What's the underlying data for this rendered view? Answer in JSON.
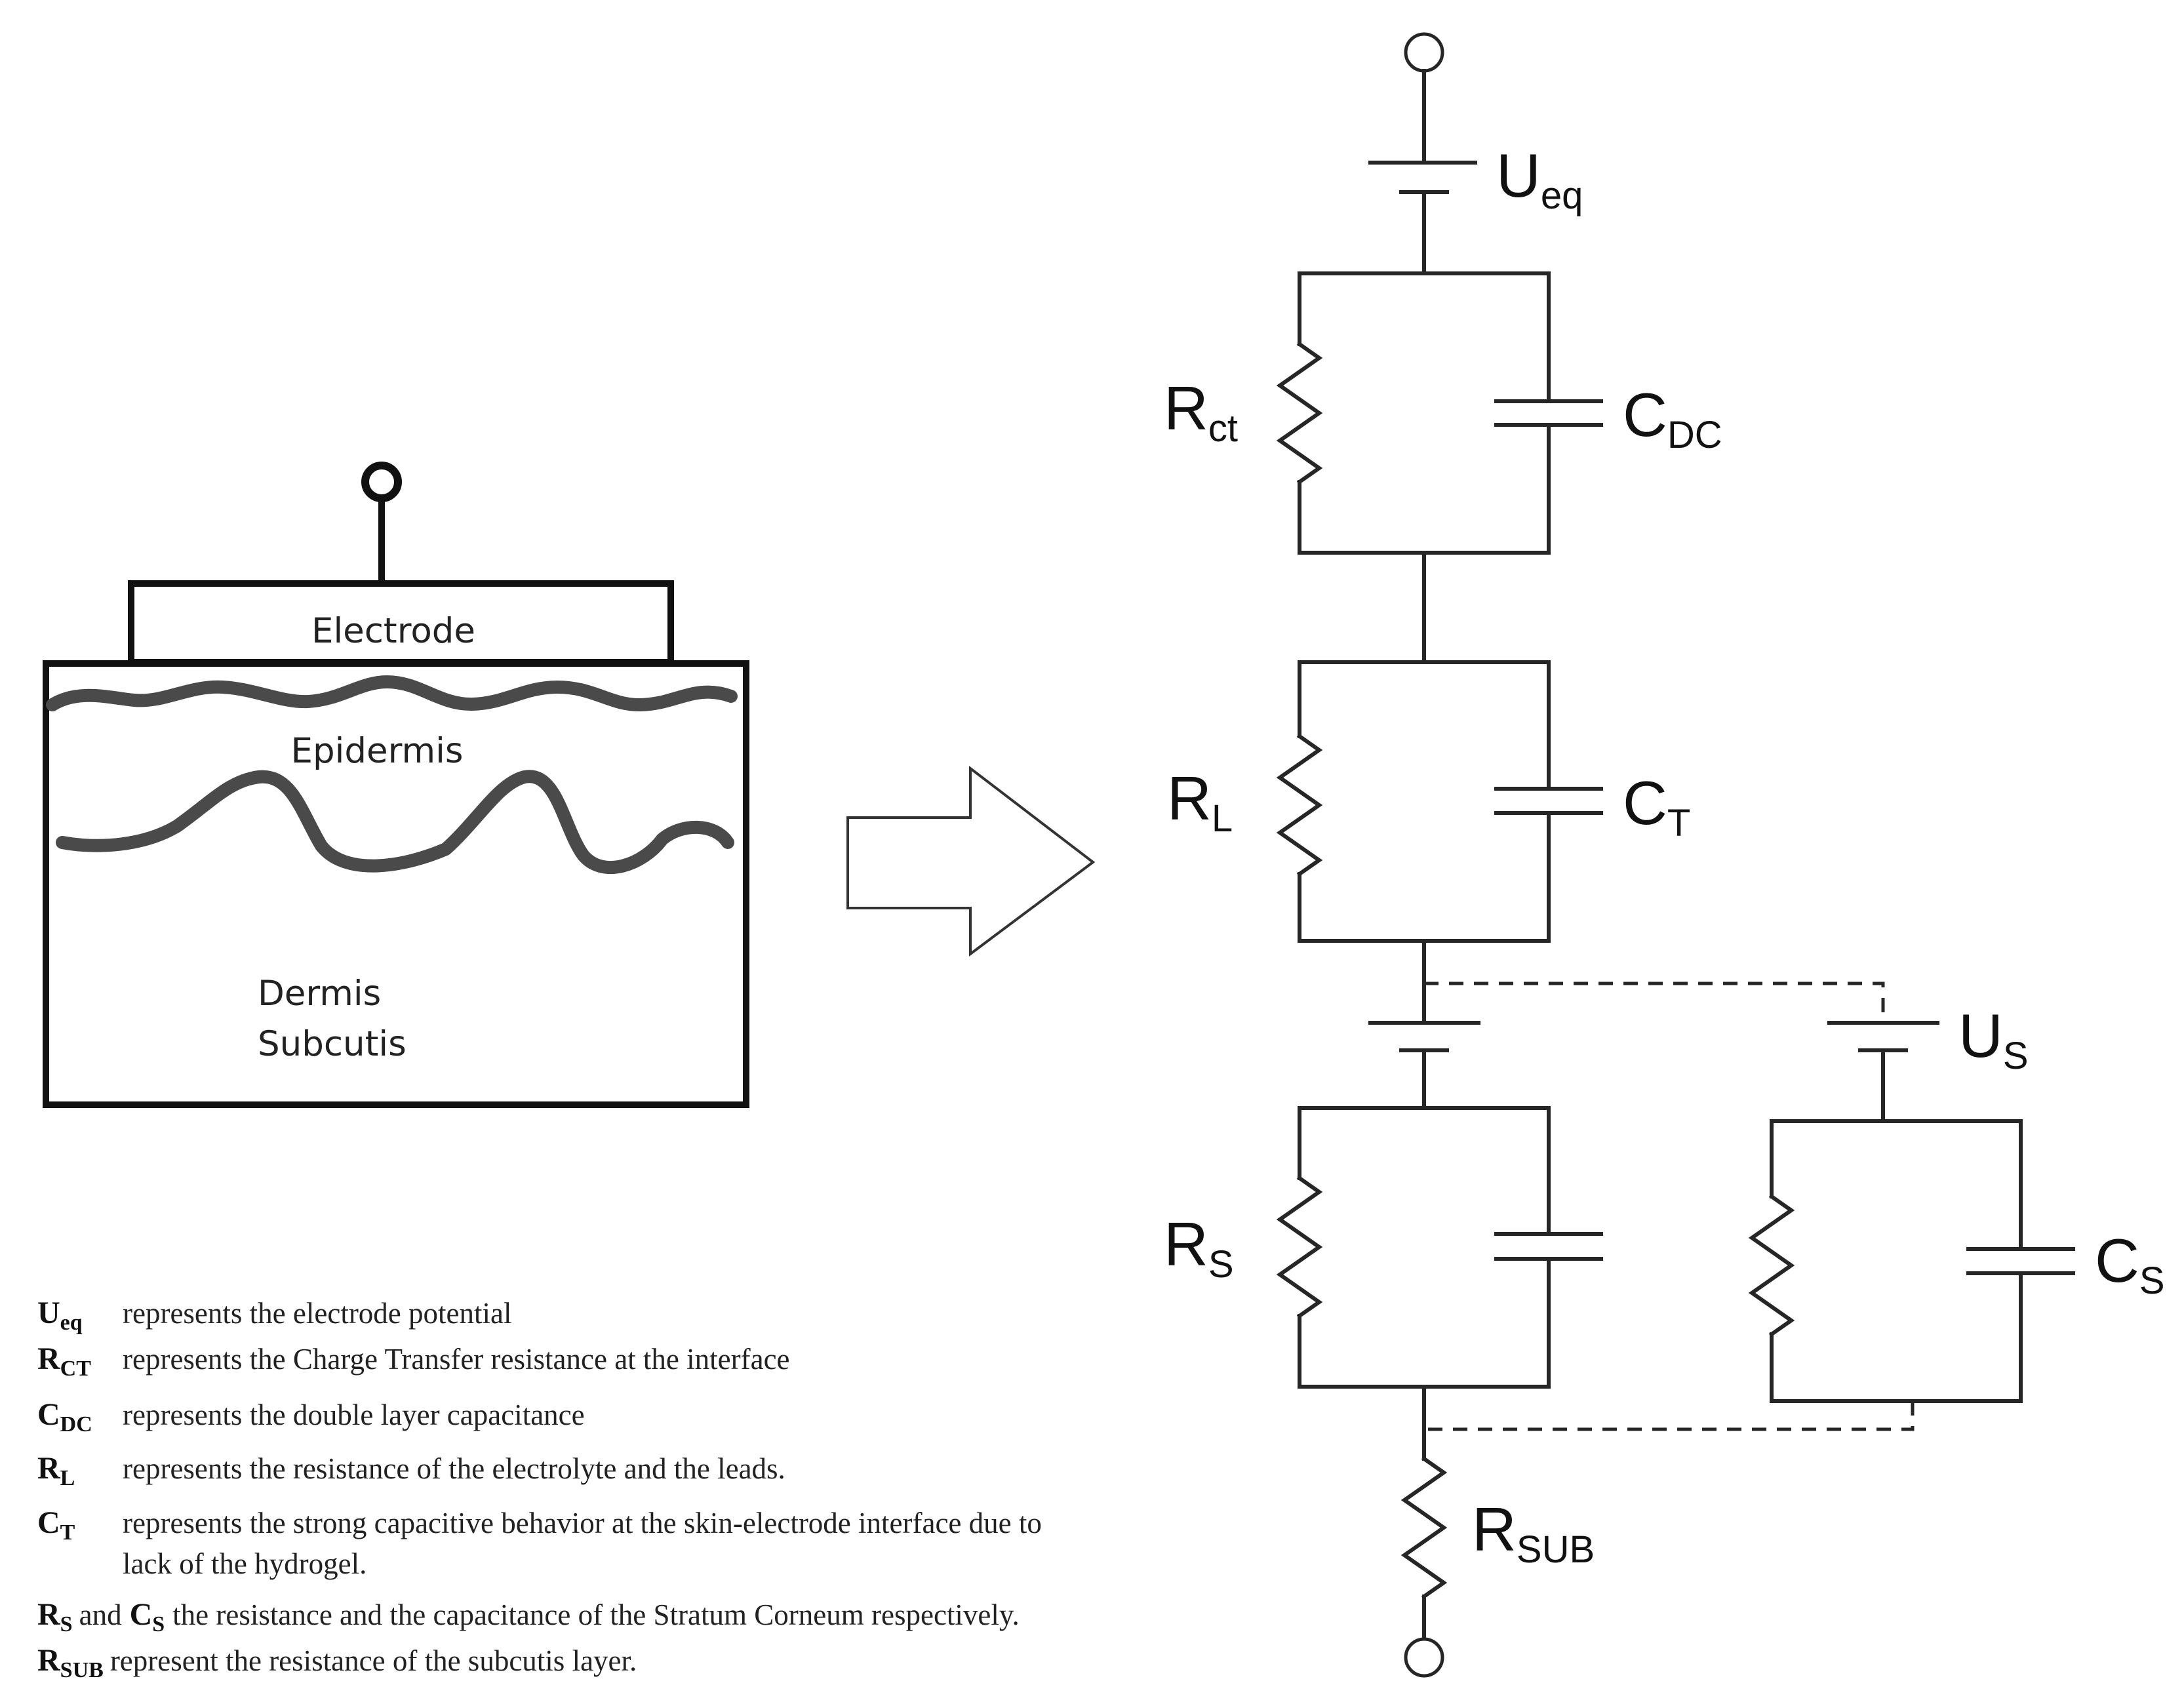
{
  "skin_model": {
    "electrode": "Electrode",
    "epidermis": "Epidermis",
    "dermis": "Dermis",
    "subcutis": "Subcutis"
  },
  "circuit_labels": {
    "u_eq": {
      "main": "U",
      "sub": "eq"
    },
    "r_ct": {
      "main": "R",
      "sub": "ct"
    },
    "c_dc": {
      "main": "C",
      "sub": "DC"
    },
    "r_l": {
      "main": "R",
      "sub": "L"
    },
    "c_t": {
      "main": "C",
      "sub": "T"
    },
    "u_s": {
      "main": "U",
      "sub": "S"
    },
    "r_s": {
      "main": "R",
      "sub": "S"
    },
    "c_s": {
      "main": "C",
      "sub": "S"
    },
    "r_sub": {
      "main": "R",
      "sub": "SUB"
    }
  },
  "legend": [
    {
      "sym": "U",
      "sub": "eq",
      "text": "represents the electrode potential"
    },
    {
      "sym": "R",
      "sub": "CT",
      "text": "represents the Charge Transfer resistance at the interface"
    },
    {
      "sym": "C",
      "sub": "DC",
      "text": "represents the double layer capacitance"
    },
    {
      "sym": "R",
      "sub": "L",
      "text": "represents the resistance of the electrolyte and the leads."
    },
    {
      "sym": "C",
      "sub": "T",
      "text": "represents the strong capacitive behavior at the skin-electrode interface due to",
      "text2": "lack of the hydrogel."
    },
    {
      "sym": "R",
      "sub": "S",
      "mid": "and",
      "sym2": "C",
      "sub2": "S",
      "text": "the resistance and the capacitance of the Stratum Corneum respectively."
    },
    {
      "sym": "R",
      "sub": "SUB",
      "text": "represent the resistance of the subcutis layer."
    }
  ]
}
